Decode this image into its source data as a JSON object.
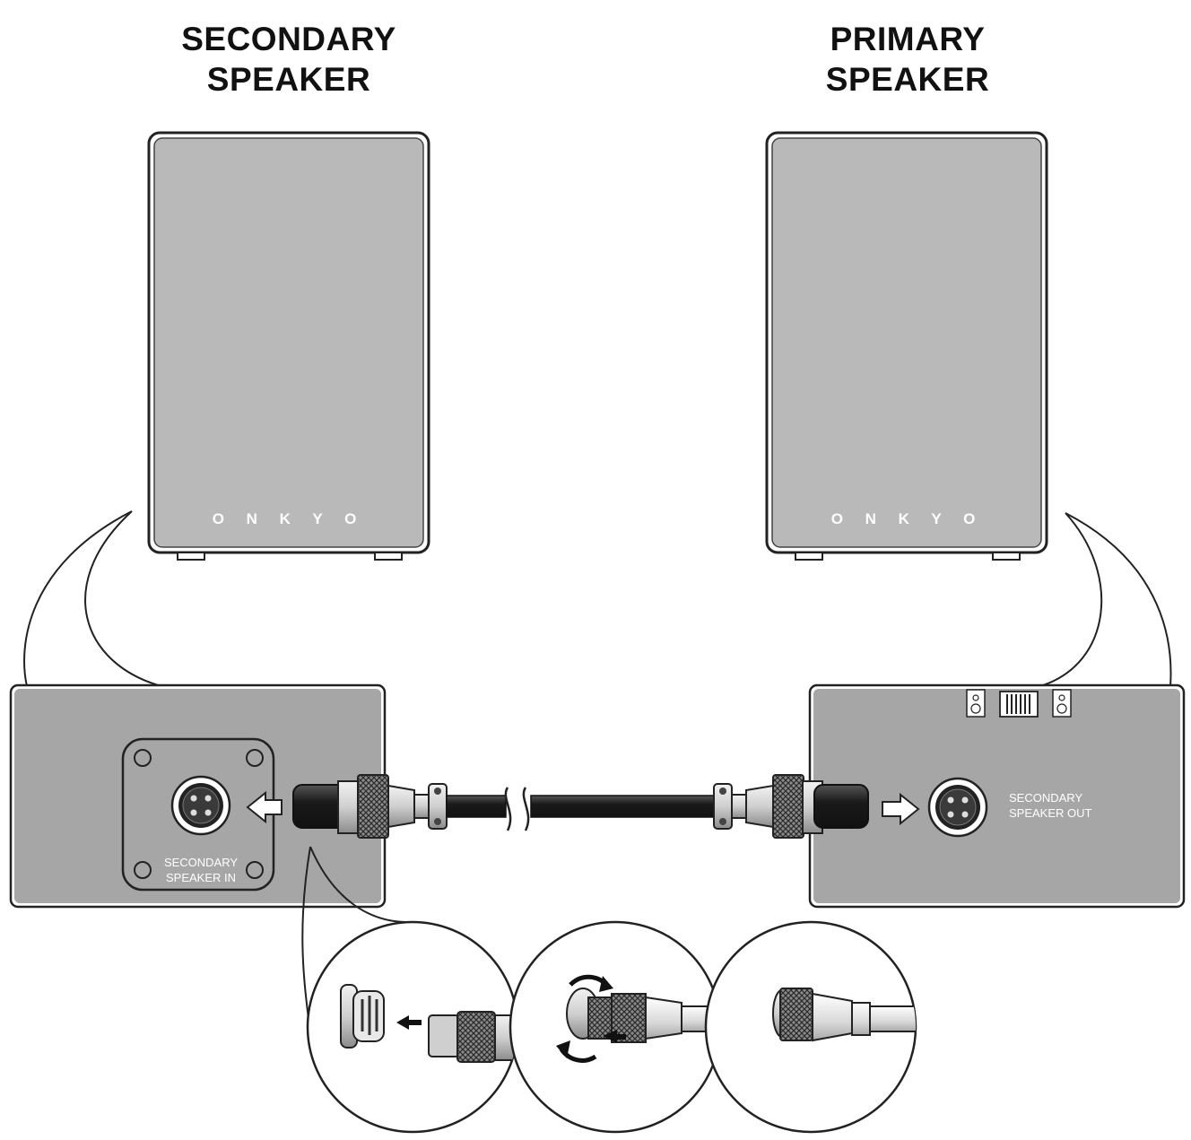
{
  "labels": {
    "secondary_speaker": [
      "SECONDARY",
      "SPEAKER"
    ],
    "primary_speaker": [
      "PRIMARY",
      "SPEAKER"
    ]
  },
  "speakers": {
    "brand": "ONKYO",
    "brand_spaced": "O N K Y O"
  },
  "panels": {
    "secondary_in": [
      "SECONDARY",
      "SPEAKER IN"
    ],
    "secondary_out": [
      "SECONDARY",
      "SPEAKER OUT"
    ]
  },
  "icons": {
    "speaker_front": "speaker-icon",
    "connector": "four-pin-connector-icon",
    "arrow": "arrow-icon",
    "rotate": "rotate-arrows-icon"
  },
  "colors": {
    "cabinet": "#b9b9b9",
    "panel": "#a6a6a6",
    "outline": "#222222",
    "cable": "#1a1a1a",
    "metal": "#d8d8d8"
  }
}
